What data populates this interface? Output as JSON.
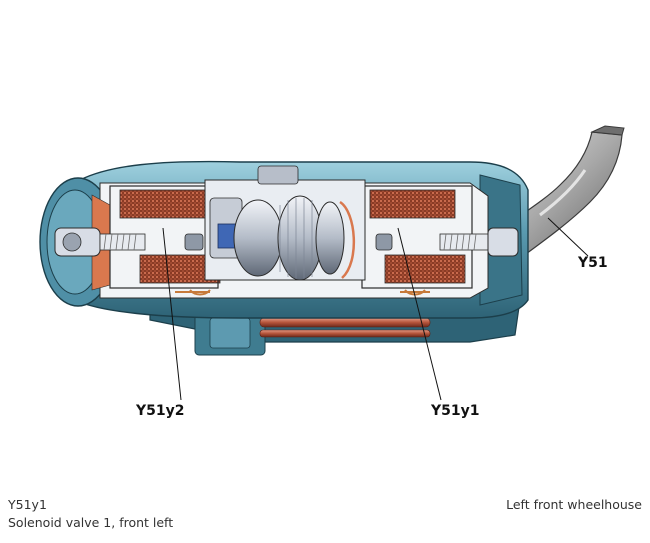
{
  "callouts": {
    "y51": "Y51",
    "y51y2": "Y51y2",
    "y51y1": "Y51y1"
  },
  "caption": {
    "component_code": "Y51y1",
    "component_description": "Solenoid valve 1, front left",
    "location": "Left front wheelhouse"
  },
  "colors": {
    "housing": "#4f8fa6",
    "housing_shadow": "#2e6376",
    "housing_light": "#9fd0de",
    "coil": "#b5543a",
    "pipe": "#a9a9a9",
    "armature": "#d8dde6",
    "valve_blue": "#3f67b5"
  }
}
